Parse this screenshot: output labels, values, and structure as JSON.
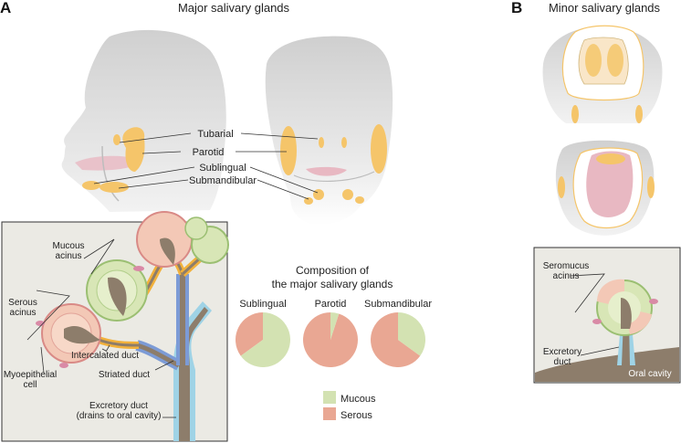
{
  "panels": {
    "a_letter": "A",
    "b_letter": "B",
    "major_title": "Major salivary glands",
    "minor_title": "Minor salivary glands"
  },
  "gland_labels": {
    "tubarial": "Tubarial",
    "parotid": "Parotid",
    "sublingual": "Sublingual",
    "submandibular": "Submandibular"
  },
  "acinus_labels": {
    "mucous_1": "Mucous",
    "mucous_2": "acinus",
    "serous_1": "Serous",
    "serous_2": "acinus",
    "intercalated": "Intercalated duct",
    "myoepithelial_1": "Myoepithelial",
    "myoepithelial_2": "cell",
    "striated": "Striated duct",
    "excretory_1": "Excretory duct",
    "excretory_2": "(drains to oral cavity)"
  },
  "minor_labels": {
    "seromucus_1": "Seromucus",
    "seromucus_2": "acinus",
    "excretory_1": "Excretory",
    "excretory_2": "duct",
    "oral_cavity": "Oral cavity"
  },
  "composition": {
    "title_1": "Composition of",
    "title_2": "the major salivary glands",
    "legend": [
      {
        "label": "Mucous",
        "color": "#d3e2b2"
      },
      {
        "label": "Serous",
        "color": "#e9a793"
      }
    ]
  },
  "chart_data": {
    "type": "pie",
    "series_names": [
      "Mucous",
      "Serous"
    ],
    "colors": {
      "Mucous": "#d3e2b2",
      "Serous": "#e9a793"
    },
    "pies": [
      {
        "name": "Sublingual",
        "mucous": 0.65,
        "serous": 0.35
      },
      {
        "name": "Parotid",
        "mucous": 0.05,
        "serous": 0.95
      },
      {
        "name": "Submandibular",
        "mucous": 0.35,
        "serous": 0.65
      }
    ]
  },
  "colors": {
    "gland": "#f5c56a",
    "head": "#e2e2e2",
    "box_bg": "#ebeae4",
    "duct": "#8d7d6b",
    "serous_cell": "#f3c8b6",
    "mucous_cell": "#d8e6b6",
    "intercalated": "#f2b13b",
    "striated": "#7c9bd6",
    "excretory": "#9fd3e6"
  }
}
